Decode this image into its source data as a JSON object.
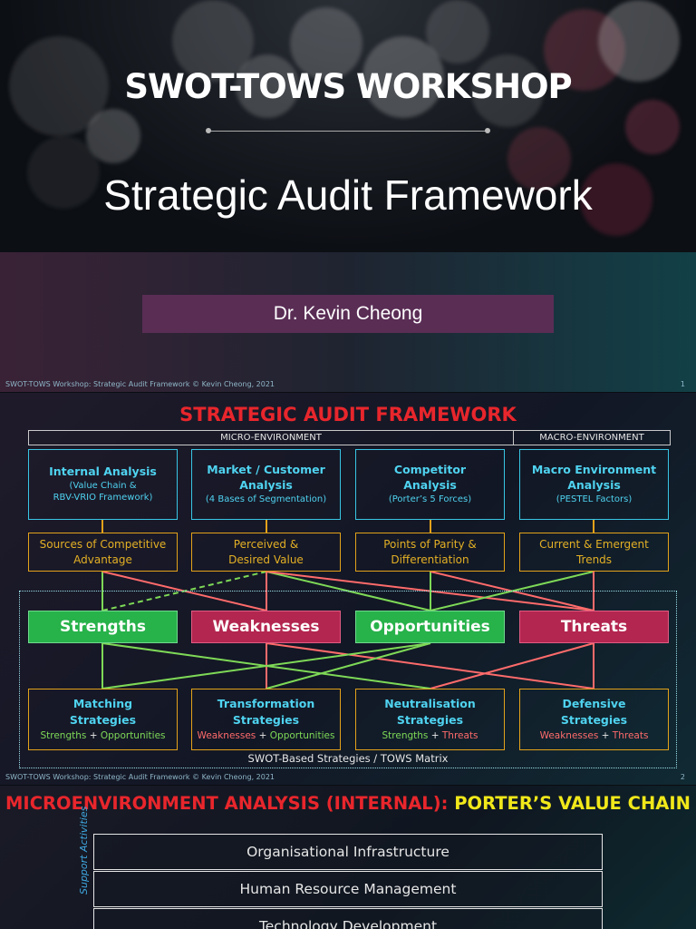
{
  "slide1": {
    "title": "SWOT-TOWS WORKSHOP",
    "subtitle": "Strategic Audit Framework",
    "author": "Dr. Kevin Cheong",
    "footer": "SWOT-TOWS Workshop: Strategic Audit Framework © Kevin Cheong, 2021",
    "page": "1"
  },
  "slide2": {
    "title": "STRATEGIC AUDIT FRAMEWORK",
    "micro": "MICRO-ENVIRONMENT",
    "macro": "MACRO-ENVIRONMENT",
    "analysis": [
      {
        "h1": "Internal Analysis",
        "s1": "(Value Chain &",
        "s2": "RBV-VRIO Framework)"
      },
      {
        "h1": "Market / Customer",
        "h2": "Analysis",
        "s1": "(4 Bases of Segmentation)"
      },
      {
        "h1": "Competitor",
        "h2": "Analysis",
        "s1": "(Porter’s 5 Forces)"
      },
      {
        "h1": "Macro Environment",
        "h2": "Analysis",
        "s1": "(PESTEL Factors)"
      }
    ],
    "outputs": [
      {
        "l1": "Sources of Competitive",
        "l2": "Advantage"
      },
      {
        "l1": "Perceived &",
        "l2": "Desired Value"
      },
      {
        "l1": "Points of Parity &",
        "l2": "Differentiation"
      },
      {
        "l1": "Current & Emergent",
        "l2": "Trends"
      }
    ],
    "swot": [
      "Strengths",
      "Weaknesses",
      "Opportunities",
      "Threats"
    ],
    "strategies": [
      {
        "h1": "Matching",
        "h2": "Strategies",
        "a": "Strengths",
        "b": "Opportunities"
      },
      {
        "h1": "Transformation",
        "h2": "Strategies",
        "a": "Weaknesses",
        "b": "Opportunities"
      },
      {
        "h1": "Neutralisation",
        "h2": "Strategies",
        "a": "Strengths",
        "b": "Threats"
      },
      {
        "h1": "Defensive",
        "h2": "Strategies",
        "a": "Weaknesses",
        "b": "Threats"
      }
    ],
    "plus": "+",
    "tows_label": "SWOT-Based Strategies / TOWS Matrix",
    "footer": "SWOT-TOWS Workshop: Strategic Audit Framework © Kevin Cheong, 2021",
    "page": "2",
    "colors": {
      "green": "#7ed957",
      "red": "#ff6b6b",
      "cyan": "#4fd3f0",
      "amber": "#e3a21a"
    }
  },
  "slide3": {
    "title_red": "MICROENVIRONMENT ANALYSIS (INTERNAL):",
    "title_yellow": "PORTER’S VALUE CHAIN",
    "support": "Support Activities",
    "rows": [
      "Organisational Infrastructure",
      "Human Resource Management",
      "Technology Development"
    ]
  }
}
